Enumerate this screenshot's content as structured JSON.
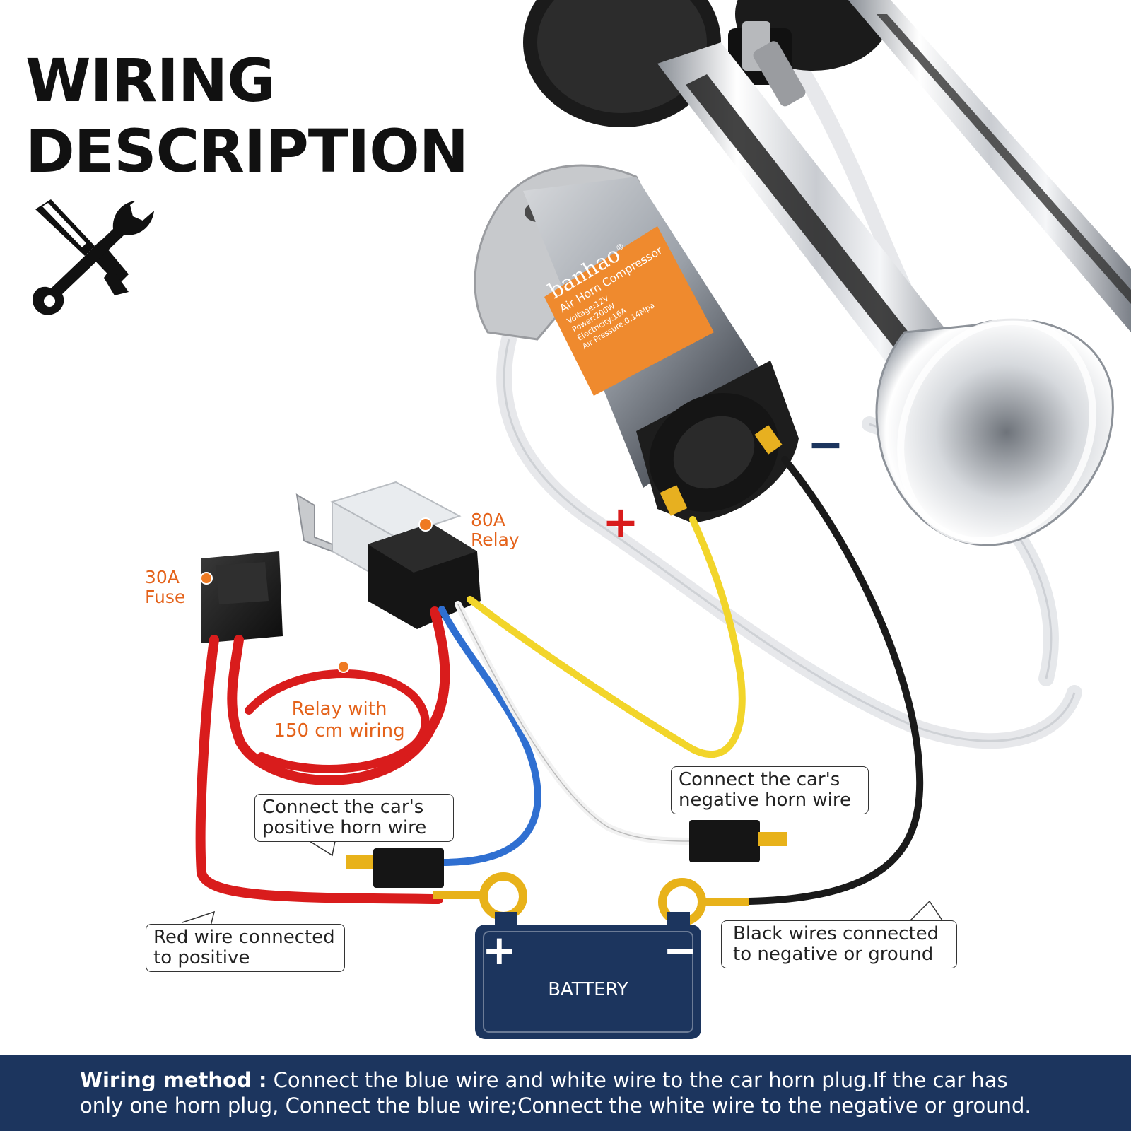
{
  "title": {
    "line1": "WIRING",
    "line2": "DESCRIPTION"
  },
  "icons": {
    "tools": "screwdriver-wrench-icon"
  },
  "compressor": {
    "brand": "banhao",
    "trademark": "®",
    "product": "Air Horn Compressor",
    "specs": [
      "Voltage:12V",
      "Power:200W",
      "Electricity:16A",
      "Air Pressure:0.14Mpa"
    ]
  },
  "labels": {
    "relay_line1": "80A",
    "relay_line2": "Relay",
    "fuse_line1": "30A",
    "fuse_line2": "Fuse",
    "wiring_line1": "Relay with",
    "wiring_line2": "150 cm wiring",
    "compressor_positive": "+",
    "compressor_negative": "−"
  },
  "callouts": {
    "positive_horn_line1": "Connect the car's",
    "positive_horn_line2": "positive horn wire",
    "negative_horn_line1": "Connect the car's",
    "negative_horn_line2": "negative horn wire",
    "red_wire_line1": "Red wire connected",
    "red_wire_line2": "to positive",
    "black_wire_line1": "Black wires connected",
    "black_wire_line2": "to negative or ground"
  },
  "battery": {
    "label": "BATTERY",
    "positive": "+",
    "negative": "−"
  },
  "footer": {
    "bold": "Wiring method :",
    "line1": " Connect the blue wire and white wire to the car horn plug.If the car has",
    "line2": "only one horn plug, Connect the blue wire;Connect the white wire to the negative or ground."
  },
  "colors": {
    "accent_orange": "#e4621a",
    "wire_red": "#d91c1c",
    "wire_blue": "#2f6fd1",
    "wire_yellow": "#f2d52a",
    "wire_black": "#1a1a1a",
    "wire_white": "#f2f2f2",
    "battery_navy": "#1c355e",
    "terminal_gold": "#e8b21a"
  }
}
